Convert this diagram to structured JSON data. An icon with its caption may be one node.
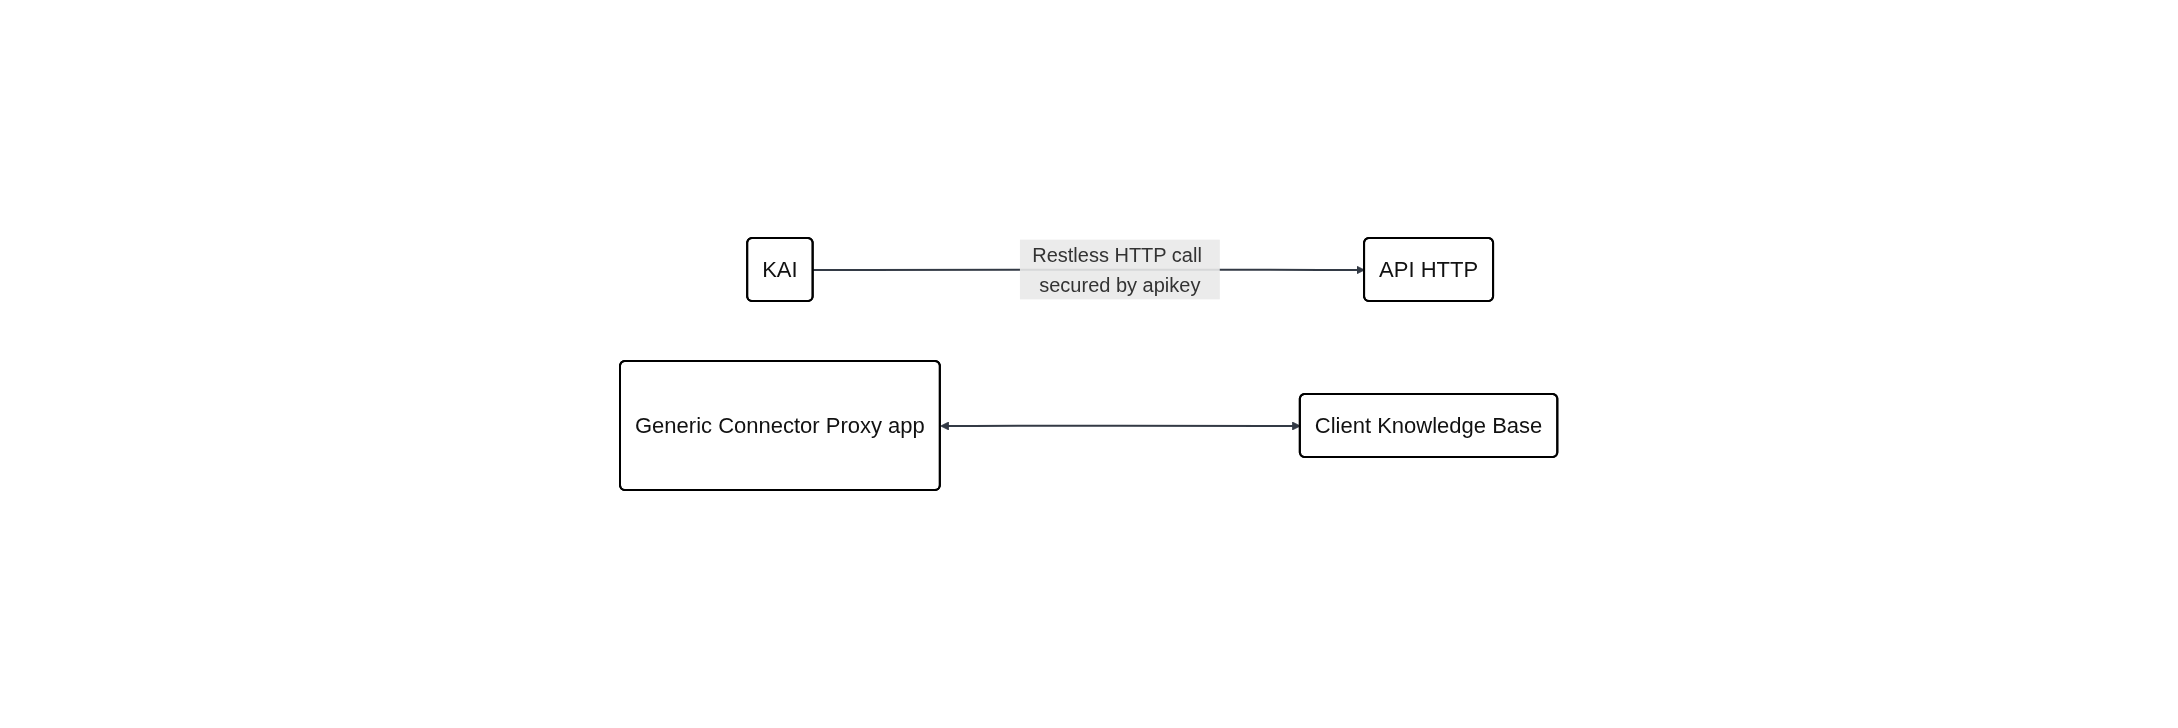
{
  "diagram": {
    "nodes": [
      {
        "text": [
          "KAI"
        ]
      },
      {
        "text": [
          "Generic Connector Proxy app"
        ]
      },
      {
        "text": [
          "API HTTP"
        ]
      },
      {
        "text": [
          "Client Knowledge Base"
        ]
      }
    ],
    "edges": [
      {
        "from": 0,
        "to": 2,
        "arrow": "to",
        "label": "Restless HTTP call secured by apikey"
      },
      {
        "from": 1,
        "to": 3,
        "arrow": "both"
      }
    ]
  }
}
